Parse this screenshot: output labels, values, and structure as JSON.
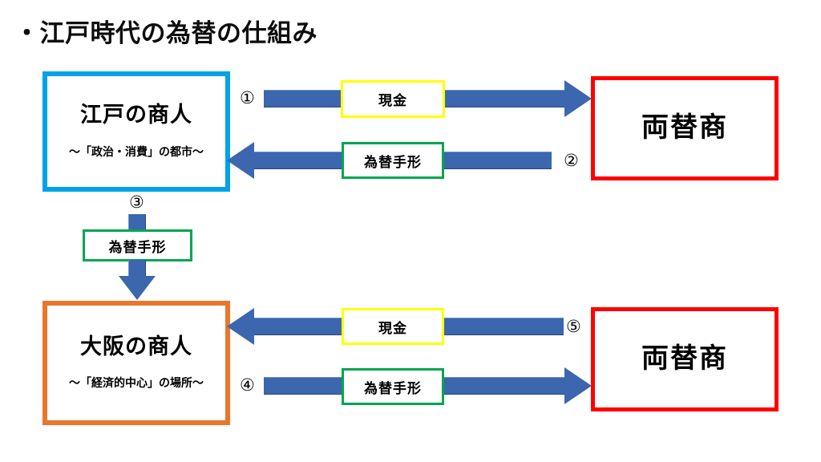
{
  "slide": {
    "title": "・江戸時代の為替の仕組み",
    "background": "#ffffff"
  },
  "colors": {
    "edo_border": "#00a2e8",
    "osaka_border": "#e8762c",
    "moneychanger_border": "#ff0000",
    "arrow_blue": "#3c66ad",
    "cash_label_border": "#ffff00",
    "bill_label_border": "#00a650",
    "text": "#000000"
  },
  "entities": {
    "edo": {
      "name": "江戸の商人",
      "subtitle": "〜「政治・消費」の都市〜"
    },
    "osaka": {
      "name": "大阪の商人",
      "subtitle": "〜「経済的中心」の場所〜"
    },
    "moneychanger_top": {
      "name": "両替商"
    },
    "moneychanger_bottom": {
      "name": "両替商"
    }
  },
  "flows": [
    {
      "step": "①",
      "label": "現金",
      "label_kind": "cash",
      "direction": "right",
      "from": "江戸の商人",
      "to": "両替商"
    },
    {
      "step": "②",
      "label": "為替手形",
      "label_kind": "bill",
      "direction": "left",
      "from": "両替商",
      "to": "江戸の商人"
    },
    {
      "step": "③",
      "label": "為替手形",
      "label_kind": "bill",
      "direction": "down",
      "from": "江戸の商人",
      "to": "大阪の商人"
    },
    {
      "step": "④",
      "label": "為替手形",
      "label_kind": "bill",
      "direction": "right",
      "from": "大阪の商人",
      "to": "両替商"
    },
    {
      "step": "⑤",
      "label": "現金",
      "label_kind": "cash",
      "direction": "left",
      "from": "両替商",
      "to": "大阪の商人"
    }
  ]
}
